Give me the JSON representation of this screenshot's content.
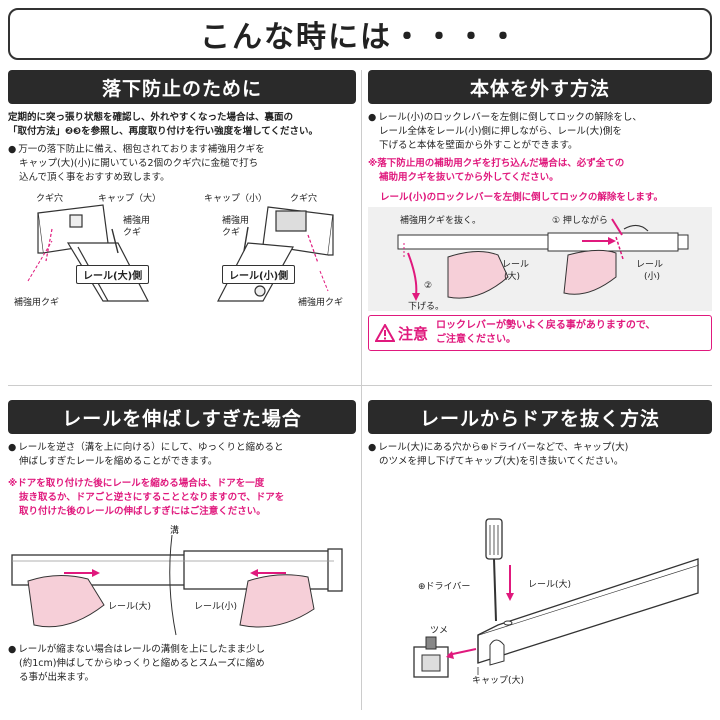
{
  "title": "こんな時には・・・・",
  "fall_prevention": {
    "header": "落下防止のために",
    "intro_line1": "定期的に突っ張り状態を確認し、外れやすくなった場合は、裏面の",
    "intro_line2": "「取付方法」❷❸を参照し、再度取り付けを行い強度を増してください。",
    "bullet_line1": "万一の落下防止に備え、梱包されております補強用クギを",
    "bullet_line2": "キャップ(大)(小)に開いている2個のクギ穴に金槌で打ち",
    "bullet_line3": "込んで頂く事をおすすめ致します。",
    "labels": {
      "kugi_ana_1": "クギ穴",
      "cap_large": "キャップ（大）",
      "hokyo_kugi_1a": "補強用",
      "hokyo_kugi_1b": "クギ",
      "rail_large": "レール(大)側",
      "hokyo_kugi_bottom_1": "補強用クギ",
      "cap_small": "キャップ（小）",
      "kugi_ana_2": "クギ穴",
      "hokyo_kugi_2a": "補強用",
      "hokyo_kugi_2b": "クギ",
      "rail_small": "レール(小)側",
      "hokyo_kugi_bottom_2": "補強用クギ"
    }
  },
  "remove_body": {
    "header": "本体を外す方法",
    "bullet_line1": "レール(小)のロックレバーを左側に倒してロックの解除をし、",
    "bullet_line2": "レール全体をレール(小)側に押しながら、レール(大)側を",
    "bullet_line3": "下げると本体を壁面から外すことができます。",
    "pink_line1": "※落下防止用の補助用クギを打ち込んだ場合は、必ず全ての",
    "pink_line2": "補助用クギを抜いてから外してください。",
    "pink_line3": "レール(小)のロックレバーを左側に倒してロックの解除をします。",
    "labels": {
      "pull_nail": "補強用クギを抜く。",
      "step1": "① 押しながら",
      "rail_large_a": "レール",
      "rail_large_b": "(大)",
      "step2": "②",
      "lower": "下げる。",
      "rail_small_a": "レール",
      "rail_small_b": "(小)"
    },
    "caution_tag": "注意",
    "caution_line1": "ロックレバーが勢いよく戻る事がありますので、",
    "caution_line2": "ご注意ください。"
  },
  "overextended": {
    "header": "レールを伸ばしすぎた場合",
    "bullet_line1": "レールを逆さ（溝を上に向ける）にして、ゆっくりと縮めると",
    "bullet_line2": "伸ばしすぎたレールを縮めることができます。",
    "pink_line1": "※ドアを取り付けた後にレールを縮める場合は、ドアを一度",
    "pink_line2": "抜き取るか、ドアごと逆さにすることとなりますので、ドアを",
    "pink_line3": "取り付けた後のレールの伸ばしすぎにはご注意ください。",
    "labels": {
      "groove": "溝",
      "rail_large": "レール(大)",
      "rail_small": "レール(小)"
    },
    "bullet2_line1": "レールが縮まない場合はレールの溝側を上にしたまま少し",
    "bullet2_line2": "(約1cm)伸ばしてからゆっくりと縮めるとスムーズに縮め",
    "bullet2_line3": "る事が出来ます。"
  },
  "remove_door": {
    "header": "レールからドアを抜く方法",
    "bullet_line1": "レール(大)にある穴から⊕ドライバーなどで、キャップ(大)",
    "bullet_line2": "のツメを押し下げてキャップ(大)を引き抜いてください。",
    "labels": {
      "driver": "⊕ドライバー",
      "rail_large": "レール(大)",
      "tsume": "ツメ",
      "cap_large": "キャップ(大)"
    }
  },
  "colors": {
    "accent": "#e0197d",
    "header_bg": "#2a2a2a",
    "hand": "#f6cfd8"
  }
}
